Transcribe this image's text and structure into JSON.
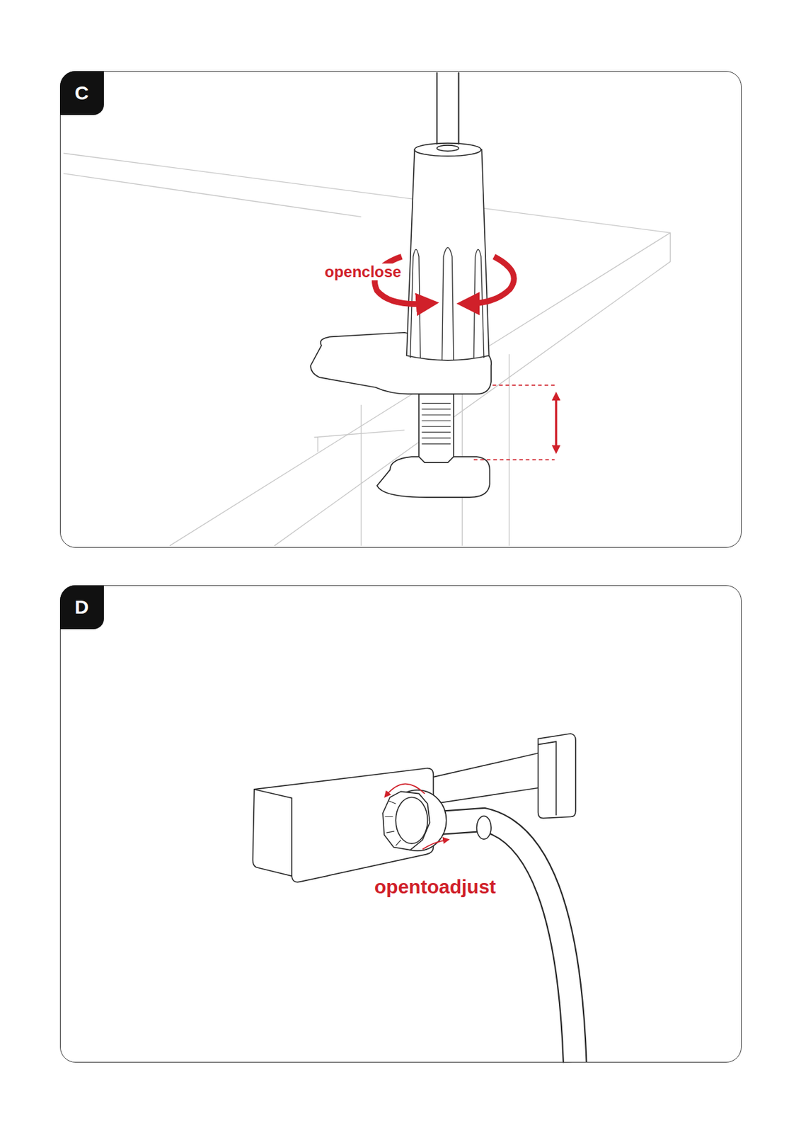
{
  "diagram": {
    "nodes": [
      {
        "text": [
          "C"
        ]
      },
      {
        "text": [
          "D"
        ]
      }
    ],
    "labels": [
      "openclose",
      "opentoadjust"
    ]
  }
}
